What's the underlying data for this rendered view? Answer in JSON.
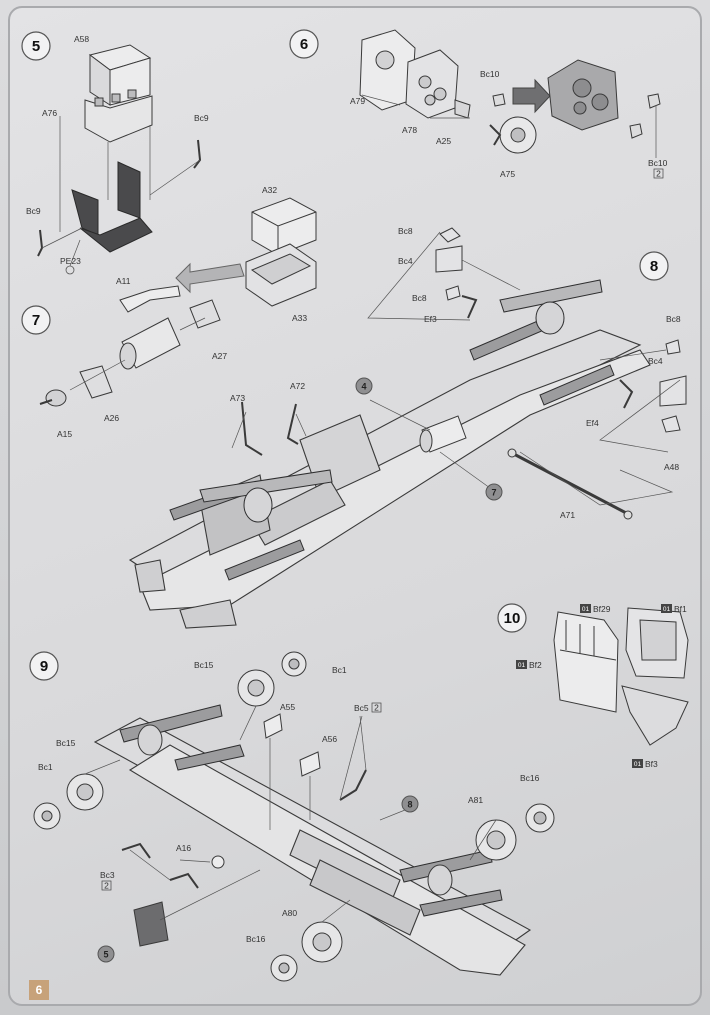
{
  "page_number": "6",
  "steps": [
    {
      "number": "5"
    },
    {
      "number": "6"
    },
    {
      "number": "7"
    },
    {
      "number": "8"
    },
    {
      "number": "9"
    },
    {
      "number": "10"
    }
  ],
  "step_refs": [
    "4",
    "7",
    "8",
    "5"
  ],
  "parts": {
    "a58": "A58",
    "a76": "A76",
    "bc9_r": "Bc9",
    "bc9_l": "Bc9",
    "pe23": "PE23",
    "a79": "A79",
    "a78": "A78",
    "bc10_t": "Bc10",
    "a25": "A25",
    "a75": "A75",
    "bc10_b": "Bc10",
    "qty_bc10": "2",
    "a32": "A32",
    "a33": "A33",
    "a11": "A11",
    "a27": "A27",
    "a26": "A26",
    "a15": "A15",
    "bc8_t": "Bc8",
    "bc4_l": "Bc4",
    "bc8_m": "Bc8",
    "ef3": "Ef3",
    "bc8_r": "Bc8",
    "bc4_r": "Bc4",
    "ef4": "Ef4",
    "a48": "A48",
    "a71": "A71",
    "a73": "A73",
    "a72": "A72",
    "bc29": "Bf29",
    "bf1": "Bf1",
    "bf2": "Bf2",
    "bf3": "Bf3",
    "sprue_tag": "01",
    "bc15_t": "Bc15",
    "bc1_t": "Bc1",
    "a55": "A55",
    "bc5": "Bc5",
    "qty_bc5": "2",
    "a56": "A56",
    "bc15_l": "Bc15",
    "bc1_l": "Bc1",
    "bc16_r": "Bc16",
    "a81": "A81",
    "a16": "A16",
    "bc3": "Bc3",
    "qty_bc3": "2",
    "a80": "A80",
    "bc16_b": "Bc16"
  },
  "colors": {
    "paper": "#d9d9db",
    "part_fill": "#e9e9ea",
    "part_line": "#3a3a3a",
    "dark_part": "#4a4a4c",
    "step_ref_badge": "#8f8f91",
    "page_tab": "#c7a27a"
  }
}
